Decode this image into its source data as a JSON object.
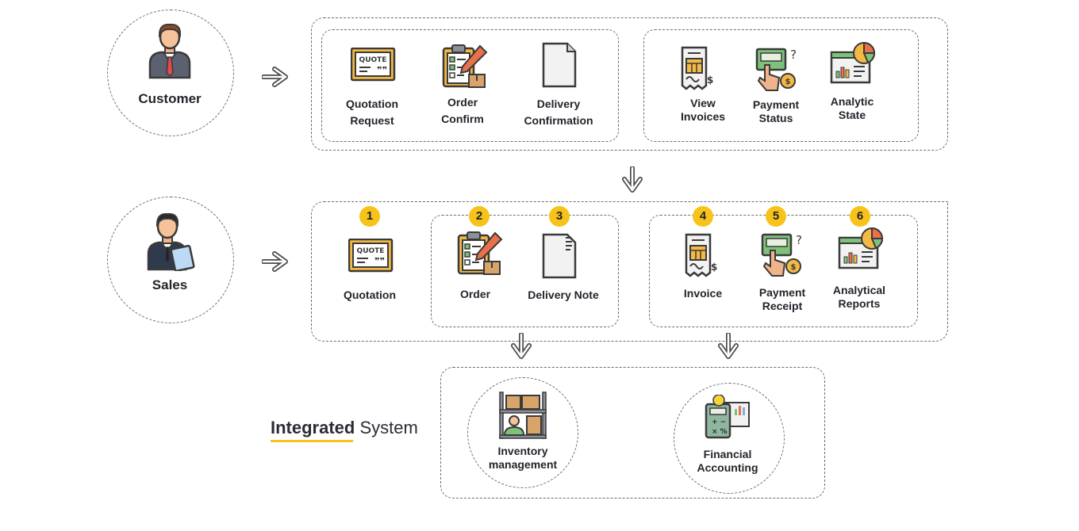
{
  "customer": {
    "label": "Customer",
    "items": [
      {
        "label_l1": "Quotation",
        "label_l2": "Request",
        "icon": "quote-board-icon"
      },
      {
        "label_l1": "Order",
        "label_l2": "Confirm",
        "icon": "clipboard-checklist-icon"
      },
      {
        "label_l1": "Delivery",
        "label_l2": "Confirmation",
        "icon": "document-icon"
      },
      {
        "label_l1": "View",
        "label_l2": "Invoices",
        "icon": "invoice-icon"
      },
      {
        "label_l1": "Payment",
        "label_l2": "Status",
        "icon": "payment-terminal-icon"
      },
      {
        "label_l1": "Analytic",
        "label_l2": "State",
        "icon": "analytics-chart-icon"
      }
    ]
  },
  "sales": {
    "label": "Sales",
    "items": [
      {
        "step": "1",
        "label_l1": "Quotation",
        "label_l2": "",
        "icon": "quote-board-icon"
      },
      {
        "step": "2",
        "label_l1": "Order",
        "label_l2": "",
        "icon": "clipboard-checklist-icon"
      },
      {
        "step": "3",
        "label_l1": "Delivery Note",
        "label_l2": "",
        "icon": "document-icon"
      },
      {
        "step": "4",
        "label_l1": "Invoice",
        "label_l2": "",
        "icon": "invoice-icon"
      },
      {
        "step": "5",
        "label_l1": "Payment",
        "label_l2": "Receipt",
        "icon": "payment-terminal-icon"
      },
      {
        "step": "6",
        "label_l1": "Analytical",
        "label_l2": "Reports",
        "icon": "analytics-chart-icon"
      }
    ]
  },
  "integrated": {
    "title_strong": "Integrated",
    "title_rest": " System",
    "items": [
      {
        "label_l1": "Inventory",
        "label_l2": "management",
        "icon": "warehouse-inventory-icon"
      },
      {
        "label_l1": "Financial",
        "label_l2": "Accounting",
        "icon": "calculator-accounting-icon"
      }
    ]
  },
  "quote_word": "QUOTE",
  "colors": {
    "accent": "#f7c31a",
    "dash": "#6d6d6d",
    "text": "#23252b"
  }
}
